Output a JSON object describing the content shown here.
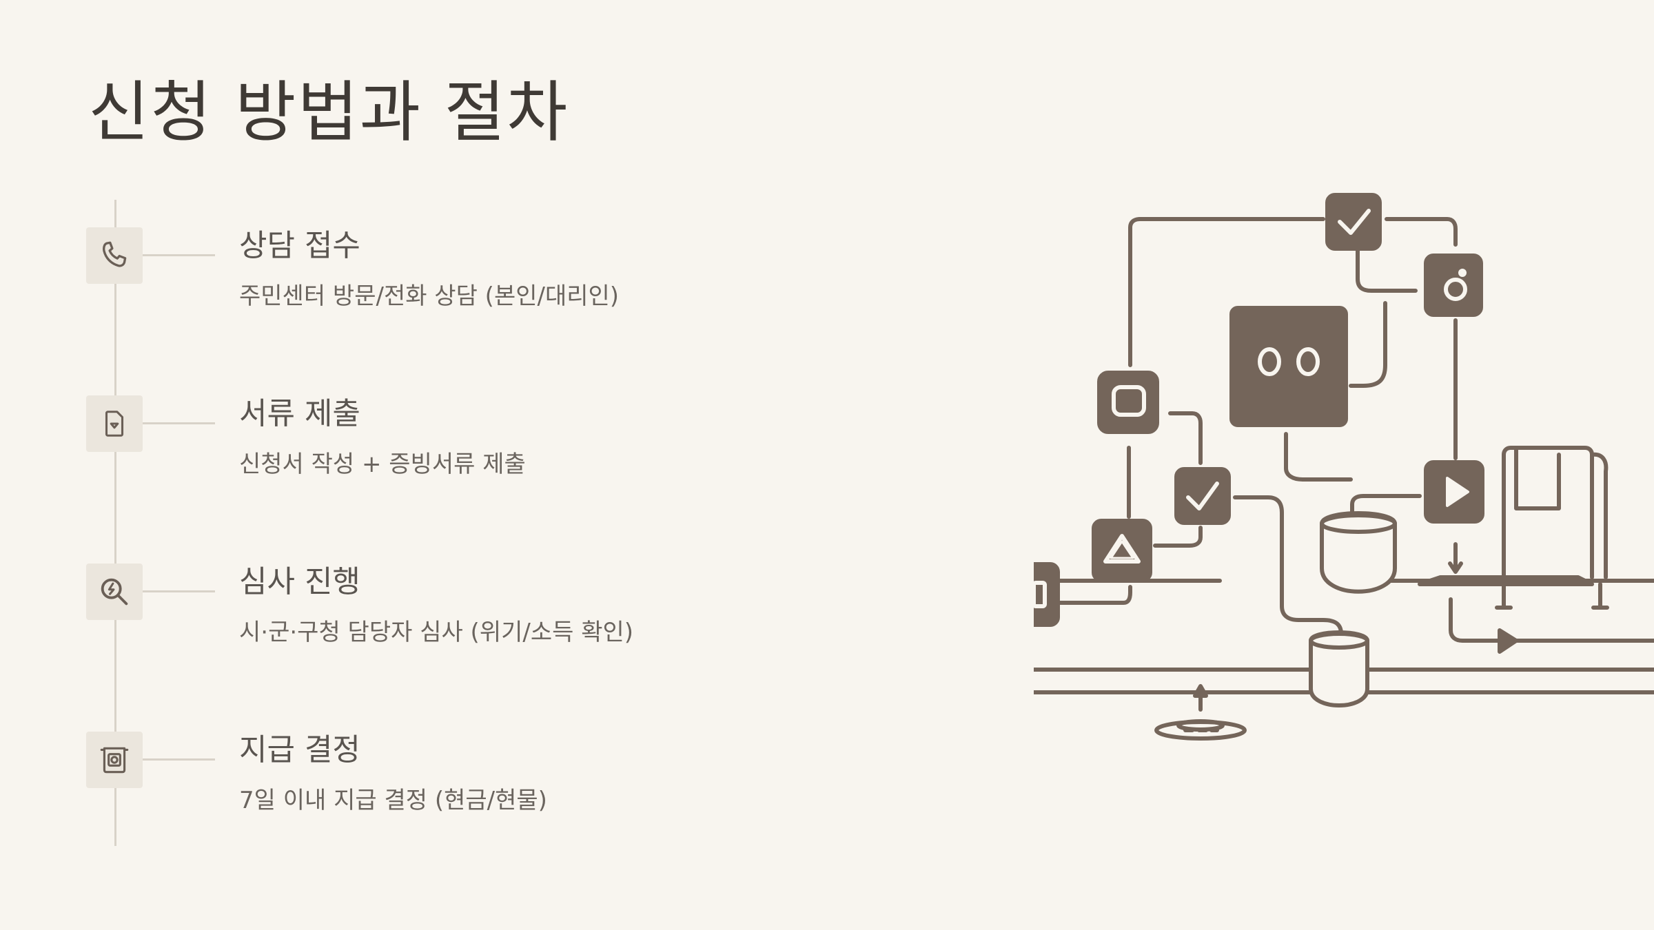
{
  "page": {
    "title": "신청 방법과 절차"
  },
  "steps": [
    {
      "title": "상담 접수",
      "description": "주민센터 방문/전화 상담 (본인/대리인)",
      "icon": "phone-icon"
    },
    {
      "title": "서류 제출",
      "description": "신청서 작성 + 증빙서류 제출",
      "icon": "document-icon"
    },
    {
      "title": "심사 진행",
      "description": "시·군·구청 담당자 심사 (위기/소득 확인)",
      "icon": "search-review-icon"
    },
    {
      "title": "지급 결정",
      "description": "7일 이내 지급 결정 (현금/현물)",
      "icon": "payment-terminal-icon"
    }
  ],
  "theme": {
    "background": "#f8f5ef",
    "text": "#3f3a35",
    "accent": "#74655a",
    "icon_box": "#ebe6dd",
    "line": "#d8d2c8"
  }
}
